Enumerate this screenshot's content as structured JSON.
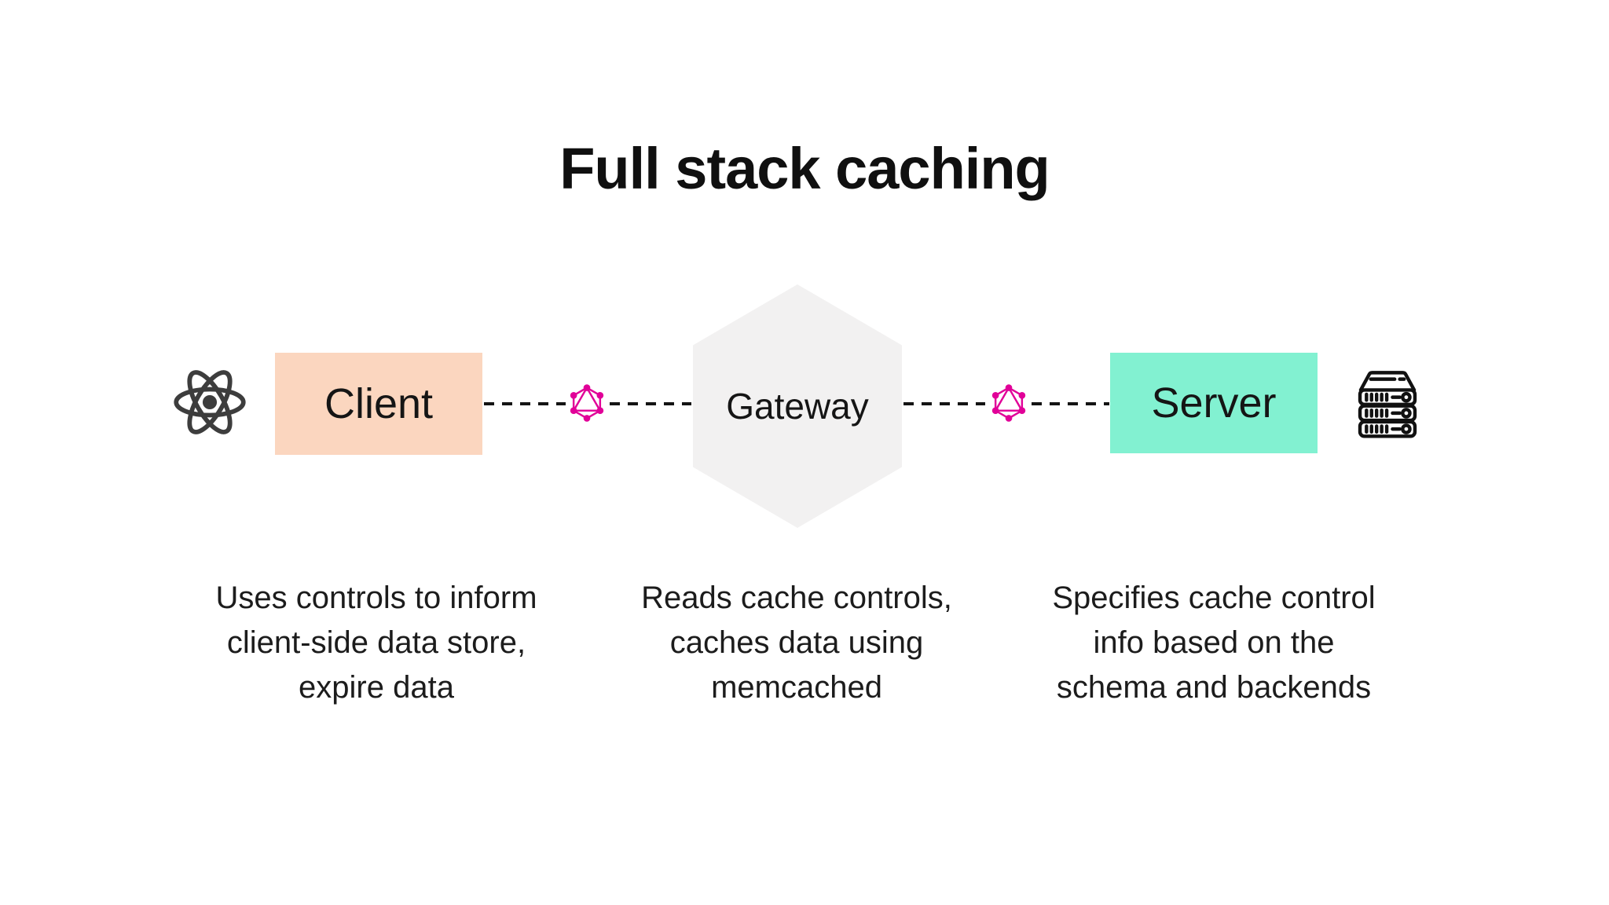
{
  "title": "Full stack caching",
  "nodes": {
    "client": {
      "label": "Client",
      "fill": "#fbd6bf"
    },
    "gateway": {
      "label": "Gateway",
      "fill": "#f2f1f1"
    },
    "server": {
      "label": "Server",
      "fill": "#82f1d1"
    }
  },
  "descriptions": {
    "client": {
      "lines": [
        "Uses controls to inform",
        "client-side data store,",
        "expire data"
      ]
    },
    "gateway": {
      "lines": [
        "Reads cache controls,",
        "caches data using",
        "memcached"
      ]
    },
    "server": {
      "lines": [
        "Specifies cache control",
        "info based on the",
        "schema and backends"
      ]
    }
  },
  "connectors": {
    "style": "dashed",
    "color": "#141414"
  },
  "icons": {
    "react": "react-logo",
    "graphql": "graphql-logo",
    "server_rack": "server-rack"
  },
  "colors": {
    "graphql_pink": "#e10098",
    "react_gray": "#3d3d3d",
    "icon_black": "#111111",
    "title_text": "#101010",
    "body_text": "#1c1c1c",
    "background": "#ffffff"
  }
}
